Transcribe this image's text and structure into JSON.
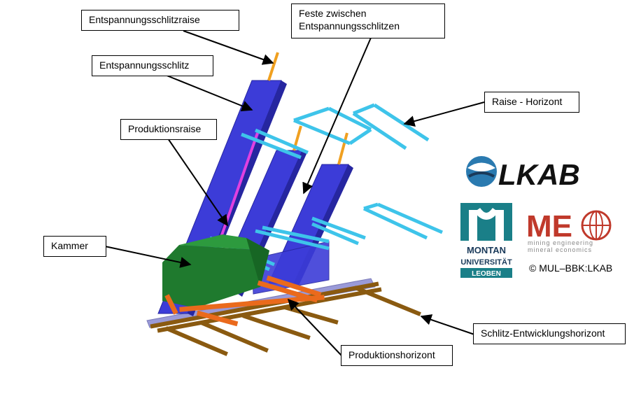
{
  "labels": {
    "entspannungsschlitzraise": "Entspannungsschlitzraise",
    "entspannungsschlitz": "Entspannungsschlitz",
    "produktionsraise": "Produktionsraise",
    "kammer": "Kammer",
    "feste_line1": "Feste zwischen",
    "feste_line2": "Entspannungsschlitzen",
    "raise_horizont": "Raise - Horizont",
    "schlitz_entwicklungshorizont": "Schlitz-Entwicklungshorizont",
    "produktionshorizont": "Produktionshorizont"
  },
  "logos": {
    "lkab": "LKAB",
    "montan_line1": "MONTAN",
    "montan_line2": "UNIVERSITÄT",
    "montan_line3": "LEOBEN",
    "meo": "ME",
    "meo_line1": "mining engineering",
    "meo_line2": "mineral economics"
  },
  "copyright": "© MUL–BBK:LKAB",
  "colors": {
    "slot_blue": "#3c3cd8",
    "raise_cyan": "#3ec4ea",
    "chamber_green": "#1f7a2e",
    "production_orange": "#ea6a1c",
    "development_brown": "#8a5a10",
    "production_raise_magenta": "#e040e0",
    "slot_raise_orange": "#f0a020",
    "montan_teal": "#1a7f88",
    "meo_red": "#c0392b"
  }
}
